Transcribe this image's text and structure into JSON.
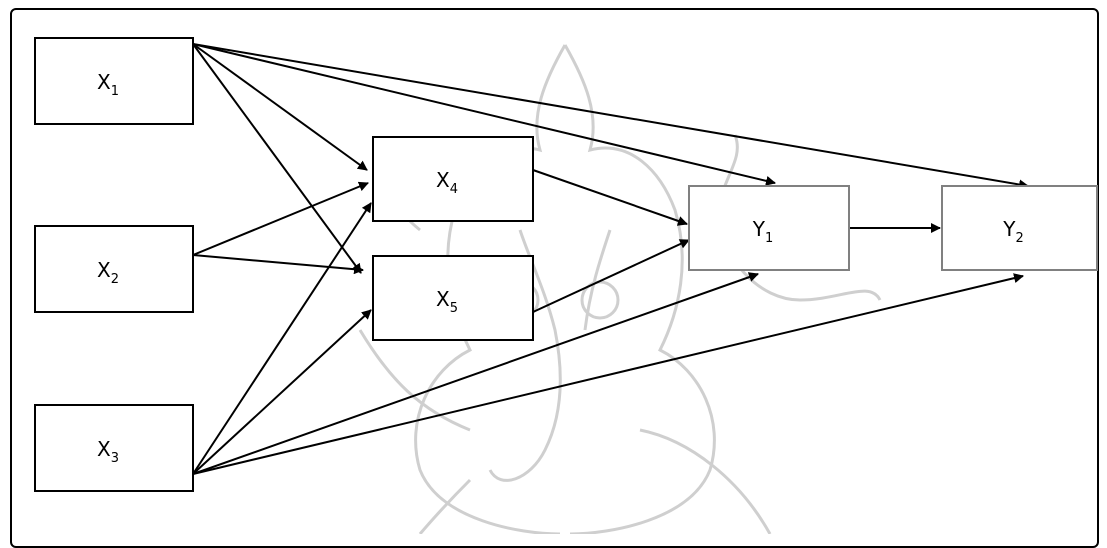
{
  "diagram": {
    "nodes": [
      {
        "id": "X1",
        "main": "X",
        "sub": "1",
        "style": "black"
      },
      {
        "id": "X2",
        "main": "X",
        "sub": "2",
        "style": "black"
      },
      {
        "id": "X3",
        "main": "X",
        "sub": "3",
        "style": "black"
      },
      {
        "id": "X4",
        "main": "X",
        "sub": "4",
        "style": "black"
      },
      {
        "id": "X5",
        "main": "X",
        "sub": "5",
        "style": "black"
      },
      {
        "id": "Y1",
        "main": "Y",
        "sub": "1",
        "style": "gray"
      },
      {
        "id": "Y2",
        "main": "Y",
        "sub": "2",
        "style": "gray"
      }
    ],
    "edges": [
      {
        "from": "X1",
        "to": "X4"
      },
      {
        "from": "X1",
        "to": "X5"
      },
      {
        "from": "X1",
        "to": "Y1"
      },
      {
        "from": "X1",
        "to": "Y2"
      },
      {
        "from": "X2",
        "to": "X4"
      },
      {
        "from": "X2",
        "to": "X5"
      },
      {
        "from": "X3",
        "to": "X4"
      },
      {
        "from": "X3",
        "to": "X5"
      },
      {
        "from": "X3",
        "to": "Y1"
      },
      {
        "from": "X3",
        "to": "Y2"
      },
      {
        "from": "X4",
        "to": "Y1"
      },
      {
        "from": "X5",
        "to": "Y1"
      },
      {
        "from": "Y1",
        "to": "Y2"
      }
    ],
    "colors": {
      "box_black": "#000000",
      "box_gray": "#808080",
      "arrow": "#000000",
      "watermark": "#c8c8c8"
    },
    "watermark_icon": "ganesha-watermark-icon"
  }
}
